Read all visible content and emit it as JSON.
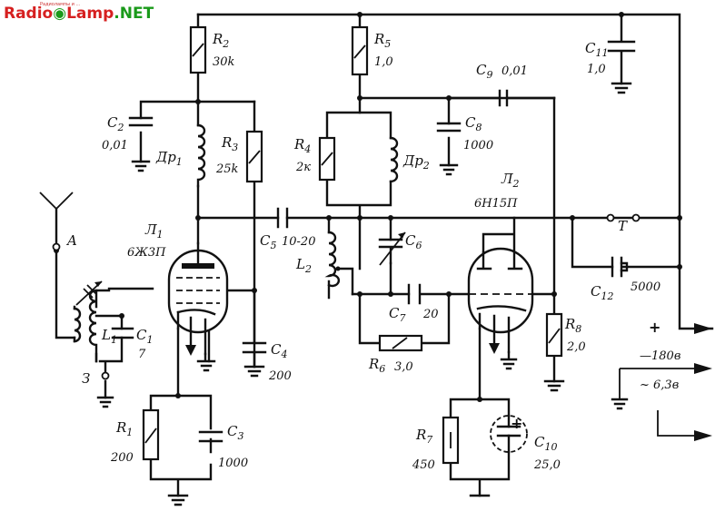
{
  "watermark": {
    "radio": "Radio",
    "lamp": "Lamp",
    "net": ".NET",
    "tagline": "Радиолампы и ..."
  },
  "colors": {
    "ink": "#111111",
    "logo_red": "#d62020",
    "logo_green": "#1a9a1a"
  },
  "components": {
    "R1": {
      "name": "R",
      "sub": "1",
      "value": "200"
    },
    "R2": {
      "name": "R",
      "sub": "2",
      "value": "30k"
    },
    "R3": {
      "name": "R",
      "sub": "3",
      "value": "25k"
    },
    "R4": {
      "name": "R",
      "sub": "4",
      "value": "2к"
    },
    "R5": {
      "name": "R",
      "sub": "5",
      "value": "1,0"
    },
    "R6": {
      "name": "R",
      "sub": "6",
      "value": "3,0"
    },
    "R7": {
      "name": "R",
      "sub": "7",
      "value": "450"
    },
    "R8": {
      "name": "R",
      "sub": "8",
      "value": "2,0"
    },
    "C1": {
      "name": "C",
      "sub": "1",
      "value": "7"
    },
    "C2": {
      "name": "C",
      "sub": "2",
      "value": "0,01"
    },
    "C3": {
      "name": "C",
      "sub": "3",
      "value": "1000"
    },
    "C4": {
      "name": "C",
      "sub": "4",
      "value": "200"
    },
    "C5": {
      "name": "C",
      "sub": "5",
      "value": "10-20"
    },
    "C6": {
      "name": "C",
      "sub": "6",
      "value": ""
    },
    "C7": {
      "name": "C",
      "sub": "7",
      "value": "20"
    },
    "C8": {
      "name": "C",
      "sub": "8",
      "value": "1000"
    },
    "C9": {
      "name": "C",
      "sub": "9",
      "value": "0,01"
    },
    "C10": {
      "name": "C",
      "sub": "10",
      "value": "25,0"
    },
    "C11": {
      "name": "C",
      "sub": "11",
      "value": "1,0"
    },
    "C12": {
      "name": "C",
      "sub": "12",
      "value": "5000"
    },
    "L1": {
      "name": "L",
      "sub": "1"
    },
    "L2": {
      "name": "L",
      "sub": "2"
    },
    "Dr1": {
      "name": "Др",
      "sub": "1"
    },
    "Dr2": {
      "name": "Др",
      "sub": "2"
    },
    "V1": {
      "name": "Л",
      "sub": "1",
      "type": "6Ж3П"
    },
    "V2": {
      "name": "Л",
      "sub": "2",
      "type": "6Н15П"
    }
  },
  "terminals": {
    "antenna": "A",
    "ground": "З",
    "phones": "T",
    "plus": "+",
    "minus_supply": "—180в",
    "filament": "~ 6,3в"
  }
}
